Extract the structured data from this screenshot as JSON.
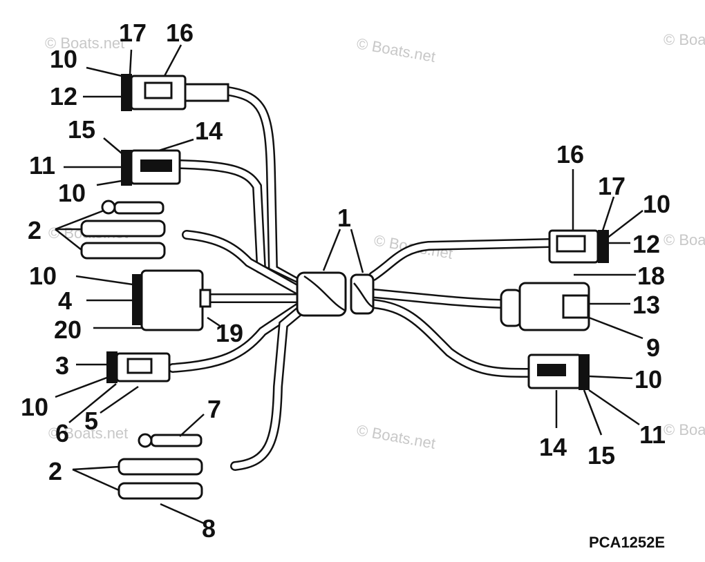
{
  "diagram": {
    "code": "PCA1252E",
    "watermark": "© Boats.net",
    "callouts": {
      "c17_top": "17",
      "c16_top": "16",
      "c10_a": "10",
      "c12_left": "12",
      "c15_left": "15",
      "c14_left": "14",
      "c11_left": "11",
      "c10_b": "10",
      "c2_upper": "2",
      "c1": "1",
      "c10_c": "10",
      "c4": "4",
      "c20": "20",
      "c19": "19",
      "c3": "3",
      "c10_d": "10",
      "c6": "6",
      "c5": "5",
      "c7": "7",
      "c2_lower": "2",
      "c8": "8",
      "c16_right": "16",
      "c17_right": "17",
      "c10_right": "10",
      "c12_right": "12",
      "c18": "18",
      "c13": "13",
      "c9": "9",
      "c10_lower_right": "10",
      "c14_right": "14",
      "c15_right": "15",
      "c11_right": "11"
    }
  }
}
